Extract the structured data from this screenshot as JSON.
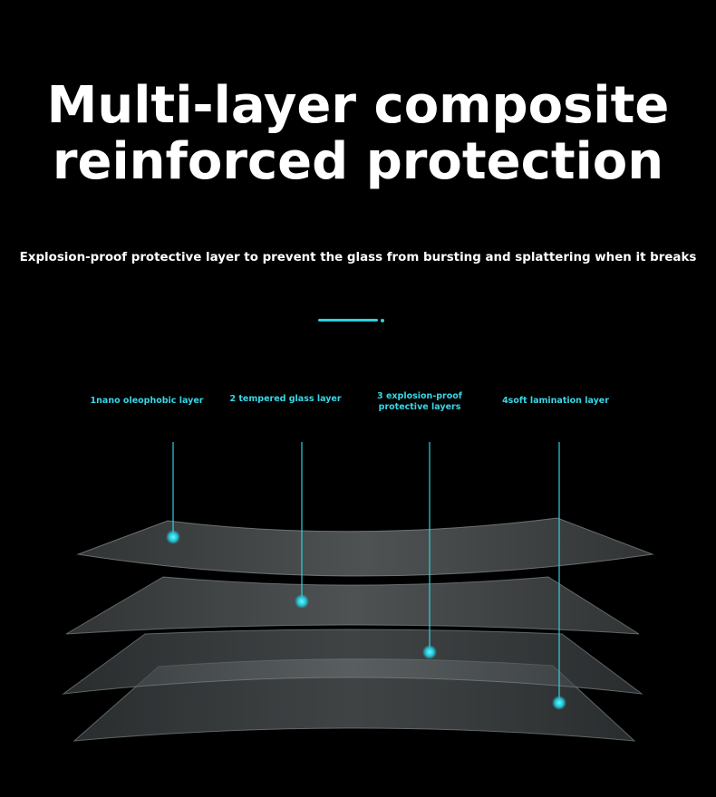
{
  "headline": {
    "line1": "Multi-layer composite",
    "line2": "reinforced protection"
  },
  "subheadline": "Explosion-proof protective layer to prevent the glass from bursting and splattering when it breaks",
  "layers": [
    {
      "label_line1": "1nano oleophobic layer",
      "label_line2": ""
    },
    {
      "label_line1": "2 tempered glass layer",
      "label_line2": ""
    },
    {
      "label_line1": "3 explosion-proof",
      "label_line2": "protective layers"
    },
    {
      "label_line1": "4soft lamination layer",
      "label_line2": ""
    }
  ],
  "colors": {
    "background": "#000000",
    "accent": "#2fd0de",
    "label": "#38d6e6",
    "text": "#ffffff"
  }
}
